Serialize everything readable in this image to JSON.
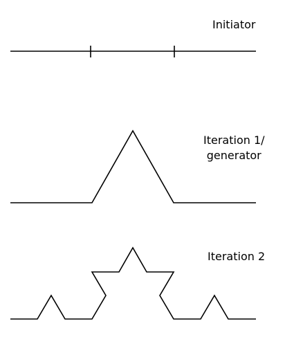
{
  "labels": {
    "initiator": "Initiator",
    "iteration1_line1": "Iteration 1/",
    "iteration1_line2": "generator",
    "iteration2": "Iteration 2"
  },
  "colors": {
    "stroke": "#000000",
    "background": "#ffffff"
  }
}
